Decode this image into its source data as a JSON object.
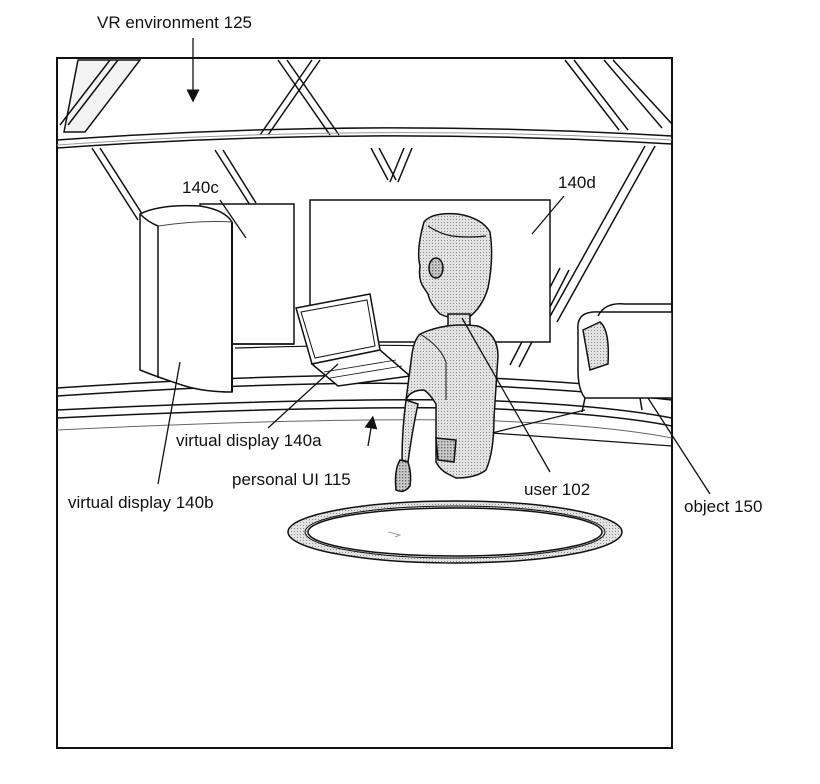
{
  "colors": {
    "line": "#111111",
    "background": "#ffffff",
    "shade": "#d9d9d9",
    "shade_dark": "#b3b3b3",
    "panel_shadow": "#cfcfcf"
  },
  "labels": {
    "vr_environment": "VR environment 125",
    "display_140c": "140c",
    "display_140d": "140d",
    "virtual_display_140a": "virtual display 140a",
    "personal_ui": "personal UI 115",
    "user": "user 102",
    "virtual_display_140b": "virtual display 140b",
    "object": "object 150"
  }
}
